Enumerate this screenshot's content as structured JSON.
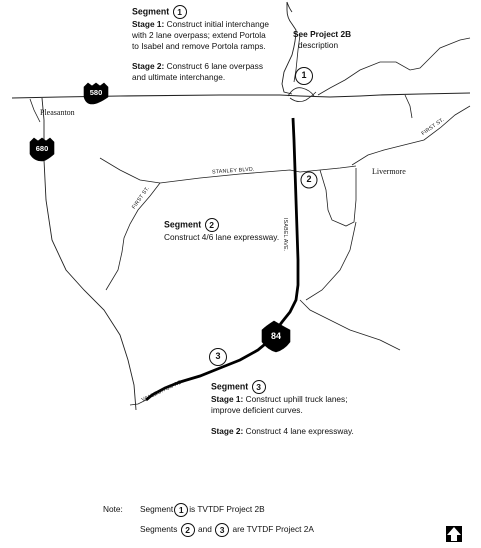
{
  "segment1": {
    "heading": "Segment",
    "number": "1",
    "stage1_label": "Stage 1:",
    "stage1_line1": " Construct initial interchange",
    "stage1_line2": "with 2 lane overpass; extend Portola",
    "stage1_line3": "to Isabel and remove Portola ramps.",
    "stage2_label": "Stage 2:",
    "stage2_line1": " Construct 6 lane overpass",
    "stage2_line2": "and ultimate interchange."
  },
  "see_project": {
    "line1": "See Project 2B",
    "line2": "description"
  },
  "segment2": {
    "heading": "Segment",
    "number": "2",
    "line1": "Construct 4/6 lane expressway."
  },
  "segment3": {
    "heading": "Segment",
    "number": "3",
    "stage1_label": "Stage 1:",
    "stage1_line1": " Construct uphill truck lanes;",
    "stage1_line2": "improve deficient curves.",
    "stage2_label": "Stage 2:",
    "stage2_line1": " Construct 4 lane expressway."
  },
  "map": {
    "places": {
      "pleasanton": "Pleasanton",
      "livermore": "Livermore"
    },
    "roads": {
      "stanley": "STANLEY BLVD.",
      "first_st_west": "FIRST ST.",
      "first_st_east": "FIRST ST.",
      "isabel": "ISABEL AVE.",
      "vallecitos": "VALLECITOS RD."
    },
    "shields": {
      "i580": "580",
      "i680": "680",
      "sr84": "84"
    },
    "markers": {
      "m1": "1",
      "m2": "2",
      "m3": "3"
    }
  },
  "note": {
    "label": "Note:",
    "line1_pre": "Segment",
    "line1_num": "1",
    "line1_post": "is TVTDF Project 2B",
    "line2_pre": "Segments",
    "line2_num_a": "2",
    "line2_mid": "and",
    "line2_num_b": "3",
    "line2_post": "are TVTDF Project 2A"
  },
  "north_arrow_icon": "north-arrow-icon"
}
